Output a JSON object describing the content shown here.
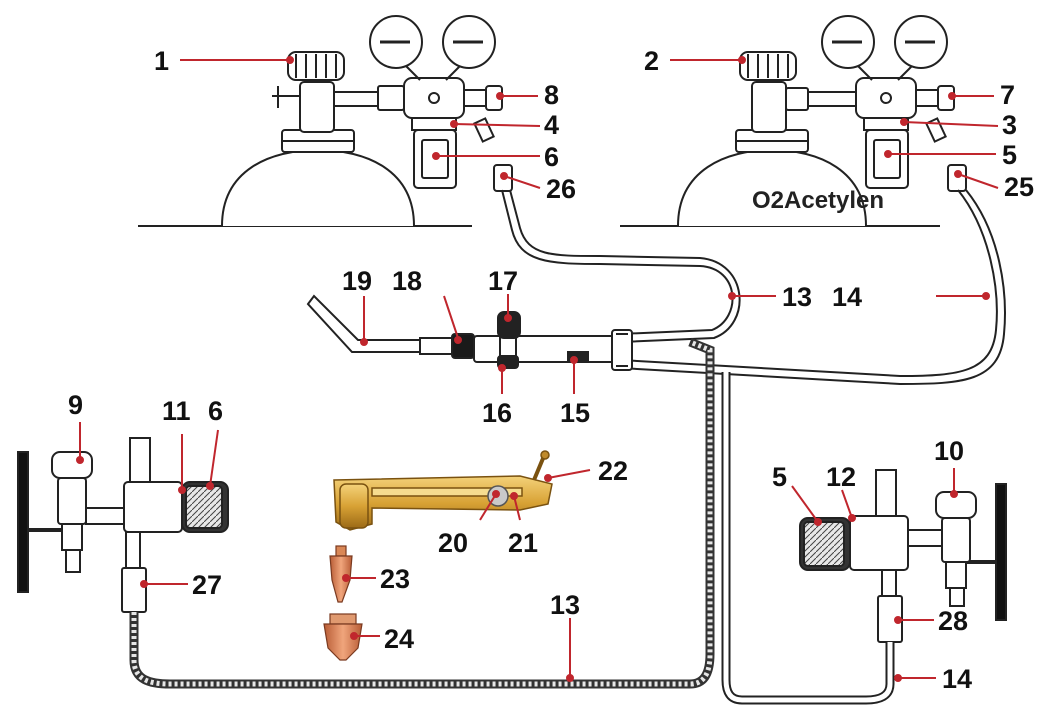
{
  "diagram": {
    "cylinder_label": "O2Acetylen",
    "callouts": [
      {
        "id": "c1",
        "text": "1"
      },
      {
        "id": "c2",
        "text": "2"
      },
      {
        "id": "c3",
        "text": "3"
      },
      {
        "id": "c4",
        "text": "4"
      },
      {
        "id": "c5a",
        "text": "5"
      },
      {
        "id": "c5b",
        "text": "5"
      },
      {
        "id": "c6a",
        "text": "6"
      },
      {
        "id": "c6b",
        "text": "6"
      },
      {
        "id": "c7",
        "text": "7"
      },
      {
        "id": "c8",
        "text": "8"
      },
      {
        "id": "c9",
        "text": "9"
      },
      {
        "id": "c10",
        "text": "10"
      },
      {
        "id": "c11",
        "text": "11"
      },
      {
        "id": "c12",
        "text": "12"
      },
      {
        "id": "c13a",
        "text": "13"
      },
      {
        "id": "c13b",
        "text": "13"
      },
      {
        "id": "c14a",
        "text": "14"
      },
      {
        "id": "c14b",
        "text": "14"
      },
      {
        "id": "c15",
        "text": "15"
      },
      {
        "id": "c16",
        "text": "16"
      },
      {
        "id": "c17",
        "text": "17"
      },
      {
        "id": "c18",
        "text": "18"
      },
      {
        "id": "c19",
        "text": "19"
      },
      {
        "id": "c20",
        "text": "20"
      },
      {
        "id": "c21",
        "text": "21"
      },
      {
        "id": "c22",
        "text": "22"
      },
      {
        "id": "c23",
        "text": "23"
      },
      {
        "id": "c24",
        "text": "24"
      },
      {
        "id": "c25",
        "text": "25"
      },
      {
        "id": "c26",
        "text": "26"
      },
      {
        "id": "c27",
        "text": "27"
      },
      {
        "id": "c28",
        "text": "28"
      }
    ]
  },
  "colors": {
    "leader_line": "#c0262d",
    "outline": "#222222",
    "brass": "#d8a235",
    "copper": "#d9825a"
  }
}
